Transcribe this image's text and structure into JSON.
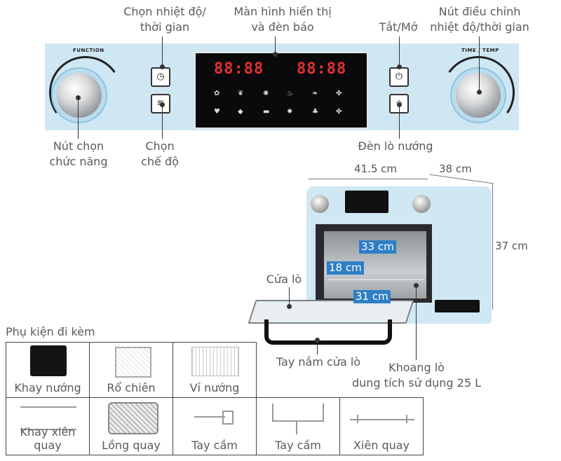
{
  "callouts": {
    "chon_nhiet_do": [
      "Chọn nhiệt độ/",
      "thời gian"
    ],
    "man_hinh": [
      "Màn hình hiển thị",
      "và đèn báo"
    ],
    "tat_mo": "Tắt/Mở",
    "nut_dieu_chinh": [
      "Nút điều chỉnh",
      "nhiệt độ/thời gian"
    ],
    "nut_chon": [
      "Nút chọn",
      "chức năng"
    ],
    "chon_che_do": [
      "Chọn",
      "chế độ"
    ],
    "den_lo": "Đèn lò nướng"
  },
  "panel": {
    "function_label": "FUNCTION",
    "timetemp_label": "TIME / TEMP",
    "display_digits_left": "88:88",
    "display_digits_right": "88:88"
  },
  "dimensions": {
    "width_ext": "41.5 cm",
    "depth_ext": "38 cm",
    "height_ext": "37 cm",
    "width_int": "33 cm",
    "height_int": "18 cm",
    "depth_int": "31 cm"
  },
  "oven_callouts": {
    "cua_lo": "Cửa lò",
    "tay_nam": "Tay nắm cửa lò",
    "khoang": [
      "Khoang lò",
      "dung tích sử dụng 25 L"
    ]
  },
  "accessories": {
    "title": "Phụ kiện đi kèm",
    "row1": [
      "Khay nướng",
      "Rổ chiên",
      "Vỉ nướng"
    ],
    "row2": [
      "Khay xiên quay",
      "Lồng quay",
      "Tay cầm",
      "Tay cầm",
      "Xiên quay"
    ]
  },
  "colors": {
    "accent": "#2f7fc5",
    "panel": "#cfe7f3",
    "display_digits": "#e63030"
  }
}
